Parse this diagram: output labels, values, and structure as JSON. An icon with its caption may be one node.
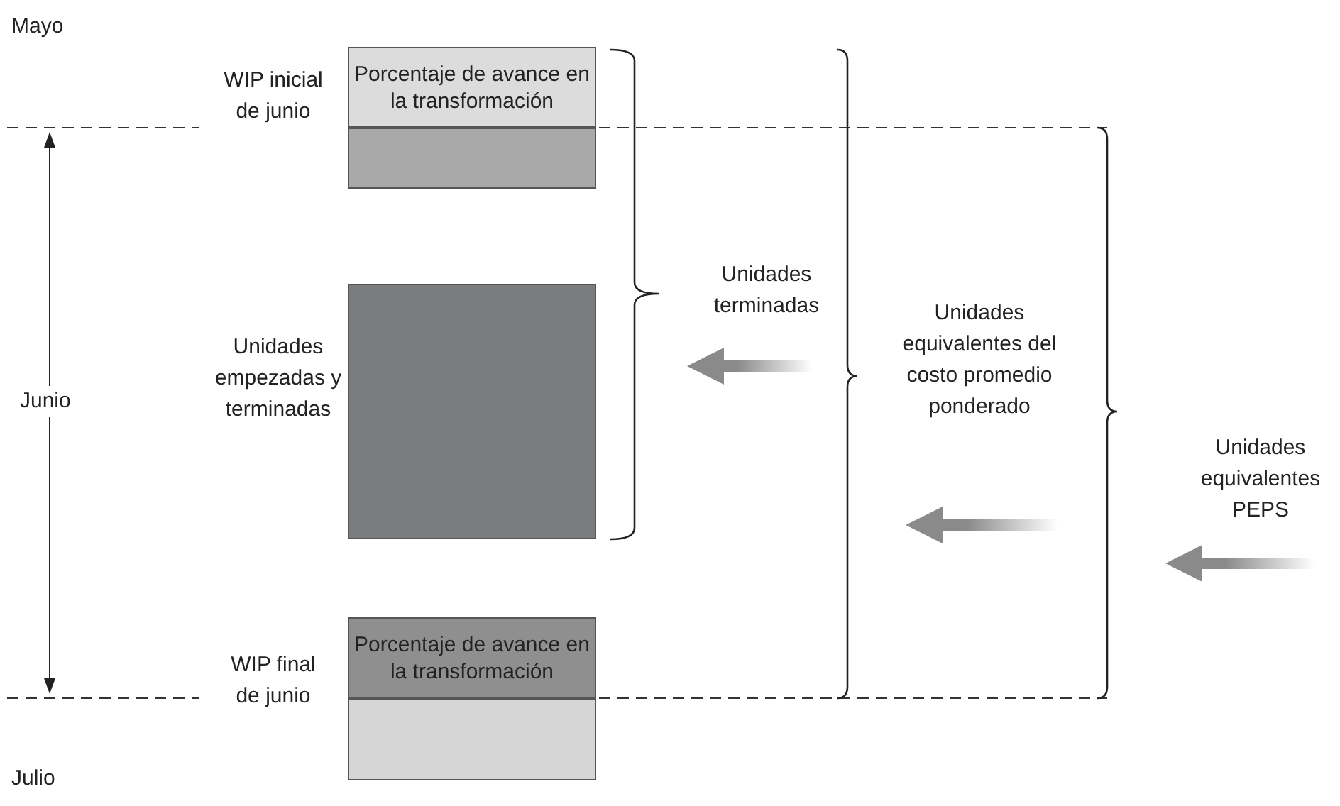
{
  "diagram": {
    "nodes": [
      {
        "text": [
          "Porcentaje de avance en la transformación"
        ]
      },
      {
        "text": [],
        "shape": "box"
      },
      {
        "text": [],
        "shape": "box",
        "beside": [
          "Unidades empezadas y terminadas"
        ]
      },
      {
        "text": [
          "Porcentaje de avance en la transformación"
        ]
      },
      {
        "text": [],
        "shape": "box"
      }
    ],
    "labels": [
      "Mayo",
      "WIP inicial de junio",
      "Junio",
      "Unidades terminadas",
      "Unidades equivalentes del costo promedio ponderado",
      "Unidades equivalentes PEPS",
      "WIP final de junio",
      "Julio"
    ]
  }
}
